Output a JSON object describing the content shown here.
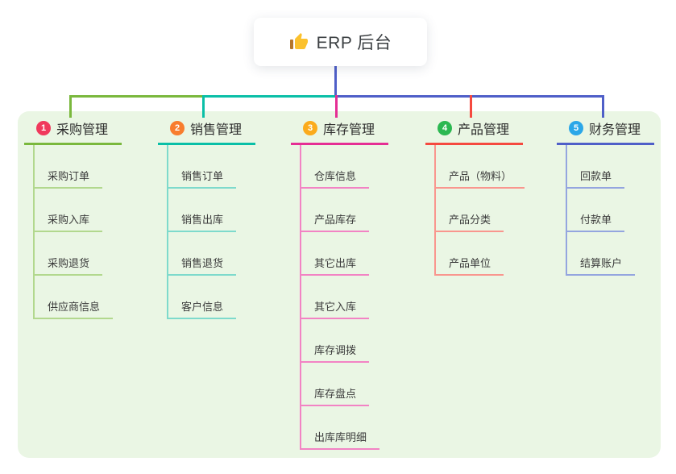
{
  "root": {
    "label": "ERP 后台",
    "icon": "thumbs-up-icon"
  },
  "branches": [
    {
      "badge": "1",
      "label": "采购管理",
      "children": [
        "采购订单",
        "采购入库",
        "采购退货",
        "供应商信息"
      ]
    },
    {
      "badge": "2",
      "label": "销售管理",
      "children": [
        "销售订单",
        "销售出库",
        "销售退货",
        "客户信息"
      ]
    },
    {
      "badge": "3",
      "label": "库存管理",
      "children": [
        "仓库信息",
        "产品库存",
        "其它出库",
        "其它入库",
        "库存调拨",
        "库存盘点",
        "出库库明细"
      ]
    },
    {
      "badge": "4",
      "label": "产品管理",
      "children": [
        "产品（物料）",
        "产品分类",
        "产品单位"
      ]
    },
    {
      "badge": "5",
      "label": "财务管理",
      "children": [
        "回款单",
        "付款单",
        "结算账户"
      ]
    }
  ],
  "colors": {
    "panel-bg": "#eaf6e4",
    "root-line": "#4f5fc8",
    "b1-line": "#7ab83d",
    "b1-child": "#b2d88e",
    "b1-badge": "#f0395c",
    "b2-line": "#0abfa7",
    "b2-child": "#7edacc",
    "b2-badge": "#f87d2e",
    "b3-line": "#e52e94",
    "b3-child": "#f283c4",
    "b3-badge": "#fbab1c",
    "b4-line": "#f5493f",
    "b4-child": "#f9968e",
    "b4-badge": "#2cb851",
    "b5-line": "#4f5fc8",
    "b5-child": "#94a5df",
    "b5-badge": "#2ba7e8"
  }
}
